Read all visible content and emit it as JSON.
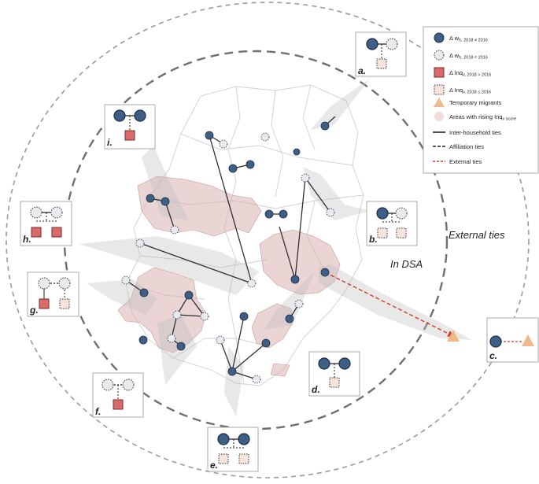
{
  "labels": {
    "in_dsa": "In DSA",
    "external_ties": "External ties"
  },
  "panels": {
    "a": "a.",
    "b": "b.",
    "c": "c.",
    "d": "d.",
    "e": "e.",
    "f": "f.",
    "g": "g.",
    "h": "h.",
    "i": "i."
  },
  "legend": {
    "items": [
      {
        "symbol": "dark-circle",
        "text": "Δ w",
        "sub": "h, 2018 ≠ 2016"
      },
      {
        "symbol": "light-circle",
        "text": "Δ w",
        "sub": "h, 2018 = 2016"
      },
      {
        "symbol": "red-square",
        "text": "Δ Inq",
        "sub": "v, 2018 > 2016"
      },
      {
        "symbol": "light-square",
        "text": "Δ Inq",
        "sub": "v, 2018 ≤ 2016"
      },
      {
        "symbol": "triangle",
        "text": "Temporary migrants",
        "sub": ""
      },
      {
        "symbol": "pink-blob",
        "text": "Areas with rising Inq",
        "sub": "v score"
      },
      {
        "symbol": "solid-line",
        "text": "Inter-household ties",
        "sub": ""
      },
      {
        "symbol": "dashed-line",
        "text": "Affiliation ties",
        "sub": ""
      },
      {
        "symbol": "red-dashed-line",
        "text": "External ties",
        "sub": ""
      }
    ]
  },
  "colors": {
    "dark_node": "#3d5f86",
    "light_node": "#e8eaee",
    "red_square": "#d96a6a",
    "light_square": "#f6e3dc",
    "migrant": "#f0b98a",
    "area": "#d8b0b0",
    "external_tie": "#d33a2c"
  }
}
